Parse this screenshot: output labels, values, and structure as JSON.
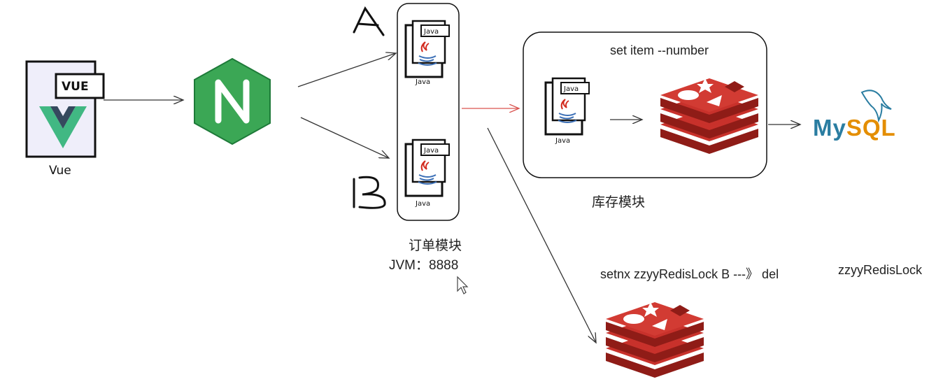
{
  "vue": {
    "badge": "VUE",
    "caption": "Vue"
  },
  "nginx": {
    "letter": "N"
  },
  "order": {
    "label_a": "A",
    "label_b": "B",
    "java_tag": "Java",
    "java_caption": "Java",
    "module_name": "订单模块",
    "jvm": "JVM：8888"
  },
  "inventory": {
    "op": "set item --number",
    "java_tag": "Java",
    "java_caption": "Java",
    "module_name": "库存模块"
  },
  "mysql": {
    "my": "My",
    "sql": "SQL"
  },
  "lock": {
    "setnx": "setnx zzyyRedisLock B ---》 del",
    "key": "zzyyRedisLock"
  },
  "colors": {
    "redis_red": "#c8312b",
    "redis_dark": "#8f1c17",
    "nginx_green": "#3ba755",
    "vue_green": "#41b883",
    "vue_dark": "#35495e",
    "mysql_blue": "#2a7da1",
    "mysql_orange": "#e48e00",
    "red_arrow": "#d9534f",
    "java_red": "#d22a1e",
    "java_blue": "#3b6fb6"
  }
}
